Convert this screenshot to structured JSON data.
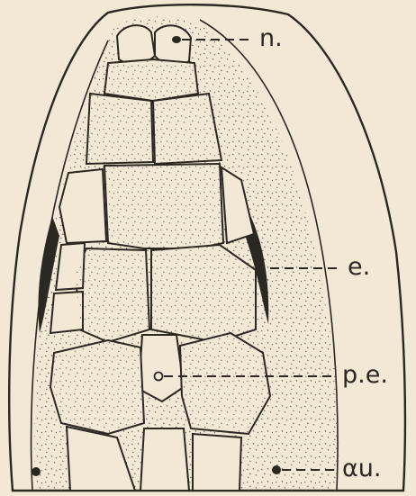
{
  "labels": {
    "nostril": "n.",
    "eye": "e.",
    "parietal_eye": "p.e.",
    "ear": "αu."
  },
  "colors": {
    "paper": "#f1e9d6",
    "ink": "#2b2721",
    "stipple": "#5a5348"
  }
}
